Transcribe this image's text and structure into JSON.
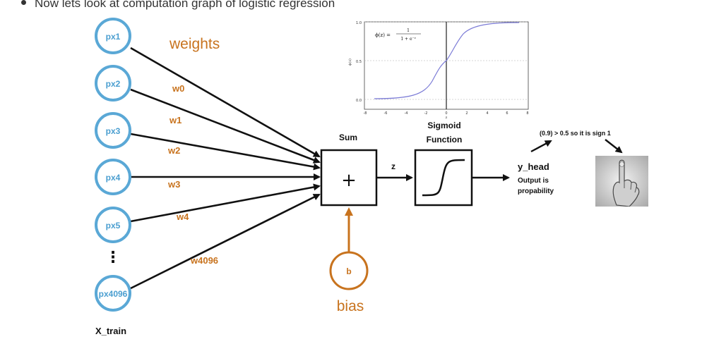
{
  "bullet": "Now lets look at computation graph of logistic regression",
  "inputs": [
    "px1",
    "px2",
    "px3",
    "px4",
    "px5",
    "px4096"
  ],
  "ellipsis": "⋮",
  "input_caption": "X_train",
  "weights_title": "weights",
  "weights": [
    "w0",
    "w1",
    "w2",
    "w3",
    "w4",
    "w4096"
  ],
  "sum_label": "Sum",
  "sum_symbol": "+",
  "z_label": "z",
  "sigmoid_label_1": "Sigmoid",
  "sigmoid_label_2": "Function",
  "bias_node": "b",
  "bias_label": "bias",
  "output_label": "y_head",
  "output_desc_1": "Output is",
  "output_desc_2": "propability",
  "threshold_note": "(0.9) > 0.5 so it is sign 1",
  "sigmoid_plot": {
    "formula": "ϕ(z) = 1 / (1 + e⁻ᶻ)",
    "formula_num": "1",
    "formula_den": "1 + e⁻ᶻ",
    "formula_lhs": "ϕ(z) =",
    "xlabel": "z",
    "ylabel": "ϕ(z)",
    "xticks": [
      "-8",
      "-6",
      "-4",
      "-2",
      "0",
      "2",
      "4",
      "6",
      "8"
    ],
    "yticks": [
      "0.0",
      "0.5",
      "1.0"
    ]
  },
  "colors": {
    "node": "#5aa8d6",
    "accent": "#c8731e",
    "curve": "#7b7bd6"
  }
}
